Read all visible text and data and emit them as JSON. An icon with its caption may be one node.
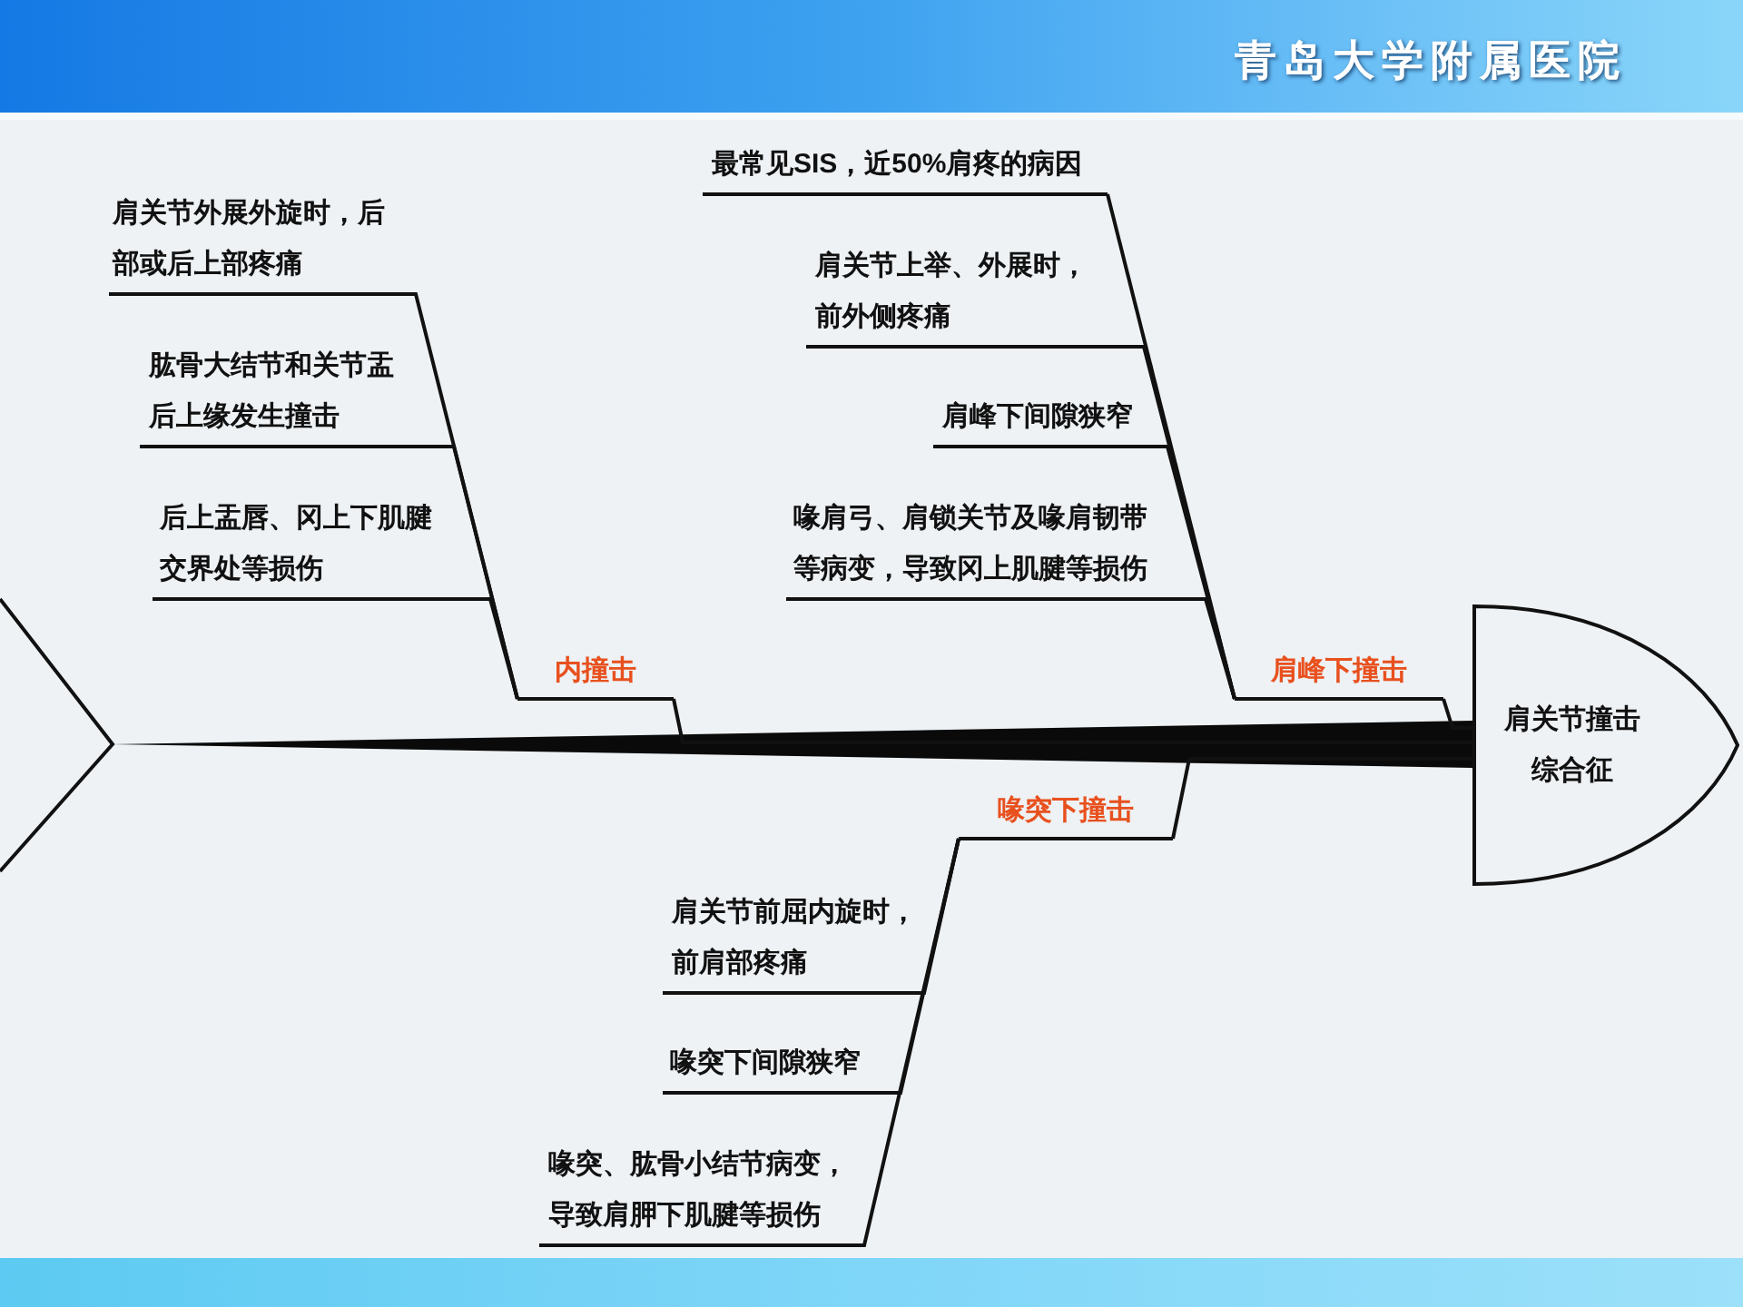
{
  "diagram": {
    "nodes": [
      {
        "text": [
          "肩关节撞击综合征"
        ]
      },
      {
        "text": [
          "内撞击"
        ]
      },
      {
        "text": [
          "肩关节外展外旋时，后部或后上部疼痛"
        ]
      },
      {
        "text": [
          "肱骨大结节和关节盂后上缘发生撞击"
        ]
      },
      {
        "text": [
          "后上盂唇、冈上下肌腱交界处等损伤"
        ]
      },
      {
        "text": [
          "肩峰下撞击"
        ]
      },
      {
        "text": [
          "最常见SIS，近50%肩疼的病因"
        ]
      },
      {
        "text": [
          "肩关节上举、外展时，前外侧疼痛"
        ]
      },
      {
        "text": [
          "肩峰下间隙狭窄"
        ]
      },
      {
        "text": [
          "喙肩弓、肩锁关节及喙肩韧带等病变，导致冈上肌腱等损伤"
        ]
      },
      {
        "text": [
          "喙突下撞击"
        ]
      },
      {
        "text": [
          "肩关节前屈内旋时，前肩部疼痛"
        ]
      },
      {
        "text": [
          "喙突下间隙狭窄"
        ]
      },
      {
        "text": [
          "喙突、肱骨小结节病变，导致肩胛下肌腱等损伤"
        ]
      }
    ],
    "edges": [
      {
        "from": 2,
        "to": 1,
        "arrow": "none"
      },
      {
        "from": 3,
        "to": 1,
        "arrow": "none"
      },
      {
        "from": 4,
        "to": 1,
        "arrow": "none"
      },
      {
        "from": 1,
        "to": 0,
        "arrow": "none"
      },
      {
        "from": 6,
        "to": 5,
        "arrow": "none"
      },
      {
        "from": 7,
        "to": 5,
        "arrow": "none"
      },
      {
        "from": 8,
        "to": 5,
        "arrow": "none"
      },
      {
        "from": 9,
        "to": 5,
        "arrow": "none"
      },
      {
        "from": 5,
        "to": 0,
        "arrow": "none"
      },
      {
        "from": 11,
        "to": 10,
        "arrow": "none"
      },
      {
        "from": 12,
        "to": 10,
        "arrow": "none"
      },
      {
        "from": 13,
        "to": 10,
        "arrow": "none"
      },
      {
        "from": 10,
        "to": 0,
        "arrow": "none"
      }
    ],
    "labels": [
      "青岛大学附属医院"
    ]
  }
}
